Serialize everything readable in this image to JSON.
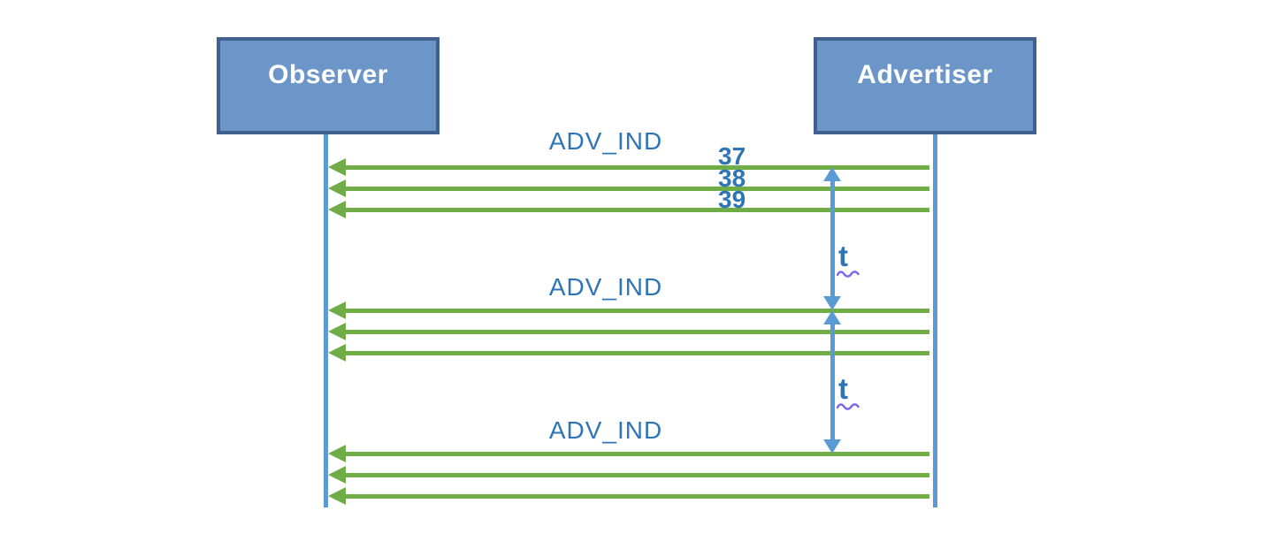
{
  "diagram": {
    "participants": [
      {
        "label": "Observer"
      },
      {
        "label": "Advertiser"
      }
    ],
    "advertising_events": [
      {
        "label": "ADV_IND",
        "channels": [
          "37",
          "38",
          "39"
        ]
      },
      {
        "label": "ADV_IND",
        "channels": []
      },
      {
        "label": "ADV_IND",
        "channels": []
      }
    ],
    "intervals": [
      {
        "label": "t"
      },
      {
        "label": "t"
      }
    ],
    "colors": {
      "box_fill": "#6D96C8",
      "box_border": "#40618F",
      "lifeline": "#5B9BD5",
      "arrow_green": "#70AD47",
      "label_blue": "#2E75B6",
      "interval_arrow": "#5B9BD5",
      "squiggle": "#7B68EE"
    }
  }
}
